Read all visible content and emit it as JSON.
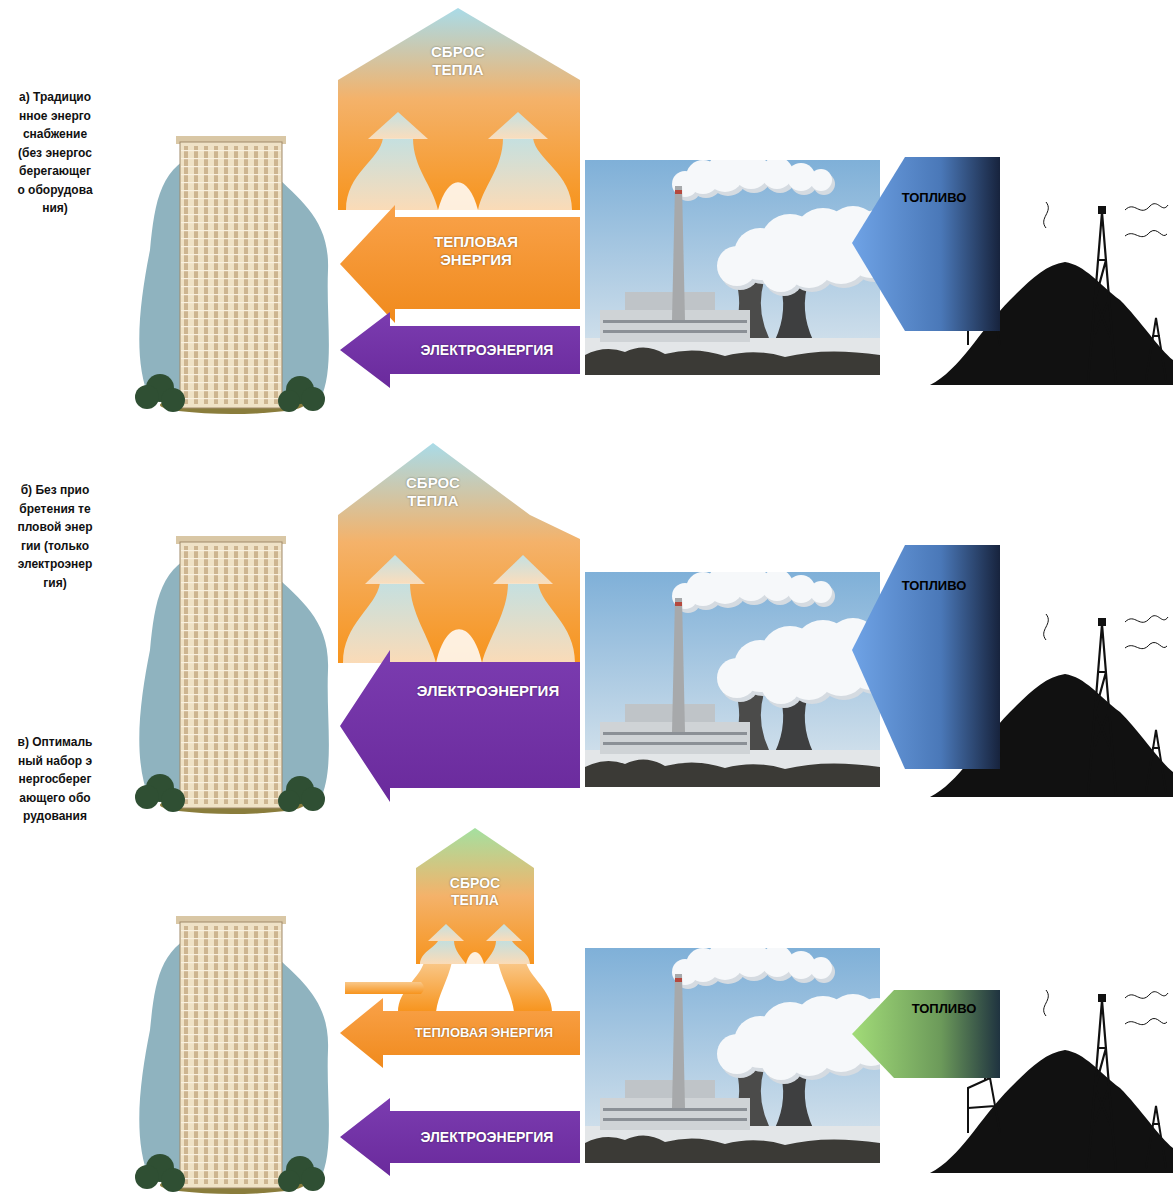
{
  "diagram": {
    "nodes": [
      {
        "text": [
          "СБРОС ТЕПЛА"
        ]
      },
      {
        "text": [
          "ТЕПЛОВАЯ ЭНЕРГИЯ"
        ]
      },
      {
        "text": [
          "ЭЛЕКТРОЭНЕРГИЯ"
        ]
      },
      {
        "text": [
          "ТОПЛИВО"
        ]
      },
      {
        "text": [
          "СБРОС ТЕПЛА"
        ]
      },
      {
        "text": [
          "ЭЛЕКТРОЭНЕРГИЯ"
        ]
      },
      {
        "text": [
          "ТОПЛИВО"
        ]
      },
      {
        "text": [
          "СБРОС ТЕПЛА"
        ]
      },
      {
        "text": [
          "ТЕПЛОВАЯ ЭНЕРГИЯ"
        ]
      },
      {
        "text": [
          "ЭЛЕКТРОЭНЕРГИЯ"
        ]
      },
      {
        "text": [
          "ТОПЛИВО"
        ]
      }
    ],
    "labels": [
      "а) Традиционное энергоснабжение (без энергосберегающего оборудования)",
      "б) Без приобретения тепловой энергии (только электроэнергия)",
      "в) Оптимальный набор энергосберегающего оборудования"
    ]
  }
}
